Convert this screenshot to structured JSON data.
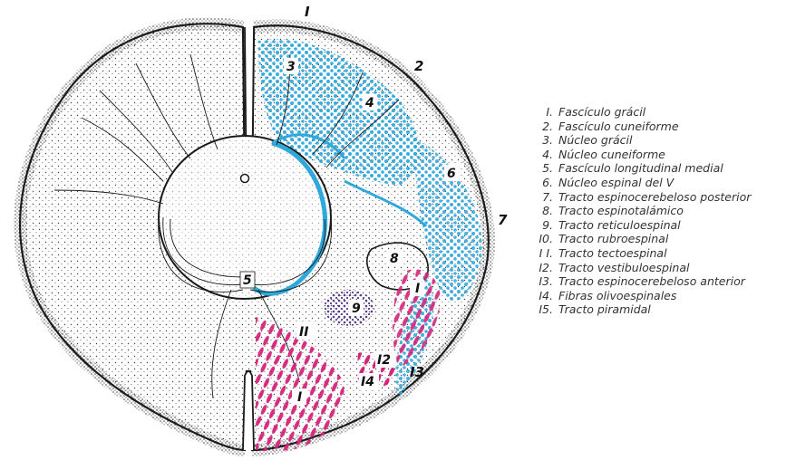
{
  "diagram": {
    "labels": {
      "l1_top": "I",
      "l2": "2",
      "l3": "3",
      "l4": "4",
      "l5": "5",
      "l6": "6",
      "l7": "7",
      "l8": "8",
      "l9": "9",
      "l10": "I",
      "l11": "II",
      "l12": "I2",
      "l13": "I3",
      "l14": "I4",
      "l15": "I"
    },
    "colors": {
      "outline": "#1a1a1a",
      "stipple": "#444444",
      "blue": "#2fa9dc",
      "magenta": "#d6237a",
      "purple": "#5a3d8f"
    }
  },
  "legend": [
    {
      "num": "I.",
      "text": "Fascículo grácil"
    },
    {
      "num": "2.",
      "text": "Fascículo cuneiforme"
    },
    {
      "num": "3.",
      "text": "Núcleo grácil"
    },
    {
      "num": "4.",
      "text": "Núcleo cuneiforme"
    },
    {
      "num": "5.",
      "text": "Fascículo longitudinal medial"
    },
    {
      "num": "6.",
      "text": "Núcleo espinal del V"
    },
    {
      "num": "7.",
      "text": "Tracto espinocerebeloso posterior"
    },
    {
      "num": "8.",
      "text": "Tracto espinotalámico"
    },
    {
      "num": "9.",
      "text": "Tracto reticuloespinal"
    },
    {
      "num": "I0.",
      "text": "Tracto rubroespinal"
    },
    {
      "num": "I I.",
      "text": "Tracto tectoespinal"
    },
    {
      "num": "I2.",
      "text": "Tracto vestibuloespinal"
    },
    {
      "num": "I3.",
      "text": "Tracto espinocerebeloso anterior"
    },
    {
      "num": "I4.",
      "text": "Fibras olivoespinales"
    },
    {
      "num": "I5.",
      "text": "Tracto piramidal"
    }
  ]
}
